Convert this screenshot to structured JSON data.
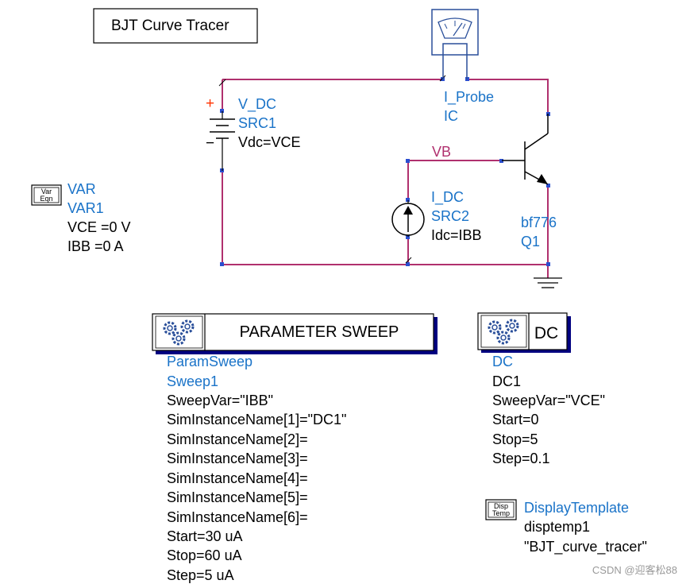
{
  "title_box": {
    "text": "BJT Curve Tracer"
  },
  "colors": {
    "wire": "#b0306e",
    "label_blue": "#1a73c8",
    "node": "#2b4fd0",
    "plus": "#ff3300",
    "text": "#000000"
  },
  "v_dc": {
    "type": "V_DC",
    "name": "SRC1",
    "param": "Vdc=VCE",
    "plus_sign": "+",
    "minus_sign": "−"
  },
  "i_probe": {
    "type": "I_Probe",
    "name": "IC"
  },
  "net_label": {
    "text": "VB"
  },
  "i_dc": {
    "type": "I_DC",
    "name": "SRC2",
    "param": "Idc=IBB"
  },
  "transistor": {
    "model": "bf776",
    "name": "Q1"
  },
  "var": {
    "icon_top": "Var",
    "icon_bottom": "Eqn",
    "type": "VAR",
    "name": "VAR1",
    "lines": [
      "VCE =0 V",
      "IBB =0 A"
    ]
  },
  "param_sweep": {
    "header": "PARAMETER SWEEP",
    "type": "ParamSweep",
    "lines": [
      "Sweep1",
      "SweepVar=\"IBB\"",
      "SimInstanceName[1]=\"DC1\"",
      "SimInstanceName[2]=",
      "SimInstanceName[3]=",
      "SimInstanceName[4]=",
      "SimInstanceName[5]=",
      "SimInstanceName[6]=",
      "Start=30 uA",
      "Stop=60 uA",
      "Step=5 uA"
    ]
  },
  "dc": {
    "header": "DC",
    "type": "DC",
    "lines": [
      "DC1",
      "SweepVar=\"VCE\"",
      "Start=0",
      "Stop=5",
      "Step=0.1"
    ]
  },
  "display_template": {
    "icon_top": "Disp",
    "icon_bottom": "Temp",
    "type": "DisplayTemplate",
    "lines": [
      "disptemp1",
      "\"BJT_curve_tracer\""
    ]
  },
  "watermark": {
    "text": "CSDN @迎客松88"
  }
}
